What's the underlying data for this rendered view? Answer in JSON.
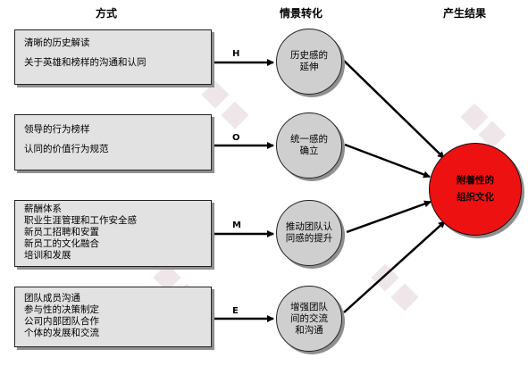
{
  "headers": {
    "methods": "方式",
    "transformation": "情景转化",
    "result": "产生结果"
  },
  "boxes": [
    {
      "lines": [
        "清晰的历史解读",
        "关于英雄和榜样的沟通和认同"
      ]
    },
    {
      "lines": [
        "领导的行为榜样",
        "认同的价值行为规范"
      ]
    },
    {
      "lines": [
        "薪酬体系",
        "职业生涯管理和工作安全感",
        "新员工招聘和安置",
        "新员工的文化融合",
        "培训和发展"
      ]
    },
    {
      "lines": [
        "团队成员沟通",
        "参与性的决策制定",
        "公司内部团队合作",
        "个体的发展和交流"
      ]
    }
  ],
  "letters": [
    "H",
    "O",
    "M",
    "E"
  ],
  "circles": [
    {
      "lines": [
        "历史感的",
        "延伸"
      ]
    },
    {
      "lines": [
        "统一感的",
        "确立"
      ]
    },
    {
      "lines": [
        "推动团队认",
        "同感的提升"
      ]
    },
    {
      "lines": [
        "增强团队",
        "间的交流",
        "和沟通"
      ]
    }
  ],
  "result": {
    "lines": [
      "附着性的",
      "组织文化"
    ]
  },
  "colors": {
    "box_fill": "#e2e2e2",
    "circle_fill": "#cfcfcf",
    "result_fill": "#ee1111"
  }
}
